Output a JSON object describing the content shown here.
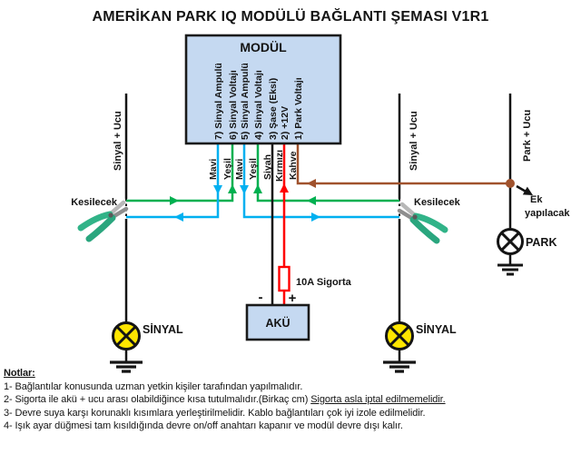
{
  "title": "AMERİKAN PARK IQ MODÜLÜ BAĞLANTI ŞEMASI V1R1",
  "module": {
    "label": "MODÜL",
    "pins": [
      "7) Sinyal Ampulü",
      "6) Sinyal Voltajı",
      "5) Sinyal Ampulü",
      "4) Sinyal Voltajı",
      "3) Şase (Eksi)",
      "2) +12V",
      "1) Park Voltajı"
    ]
  },
  "wires": {
    "labels": [
      "Mavi",
      "Yeşil",
      "Mavi",
      "Yeşil",
      "Siyah",
      "Kırmızı",
      "Kahve"
    ],
    "colors": {
      "mavi": "#00b0f0",
      "yesil": "#00b050",
      "siyah": "#141414",
      "kirmizi": "#ff0000",
      "kahve": "#a0522d"
    }
  },
  "left_branch": {
    "line_label": "Sinyal + Ucu",
    "cut_label": "Kesilecek",
    "lamp_label": "SİNYAL"
  },
  "right_branch": {
    "line_label": "Sinyal + Ucu",
    "cut_label": "Kesilecek",
    "lamp_label": "SİNYAL"
  },
  "park_branch": {
    "line_label": "Park + Ucu",
    "splice_line1": "Ek",
    "splice_line2": "yapılacak",
    "lamp_label": "PARK"
  },
  "battery": {
    "label": "AKÜ",
    "minus_label": "-",
    "plus_label": "+",
    "fuse_label": "10A Sigorta"
  },
  "notes": {
    "heading": "Notlar:",
    "line1": "1- Bağlantılar konusunda uzman yetkin kişiler tarafından yapılmalıdır.",
    "line2_normal": "2- Sigorta ile akü + ucu arası olabildiğince kısa tutulmalıdır.(Birkaç cm) ",
    "line2_underlined": "Sigorta asla iptal edilmemelidir.",
    "line3": "3- Devre suya karşı korunaklı kısımlara yerleştirilmelidir. Kablo bağlantıları çok iyi izole edilmelidir.",
    "line4": "4- Işık ayar düğmesi tam kısıldığında devre on/off anahtarı kapanır ve modül devre dışı kalır."
  }
}
